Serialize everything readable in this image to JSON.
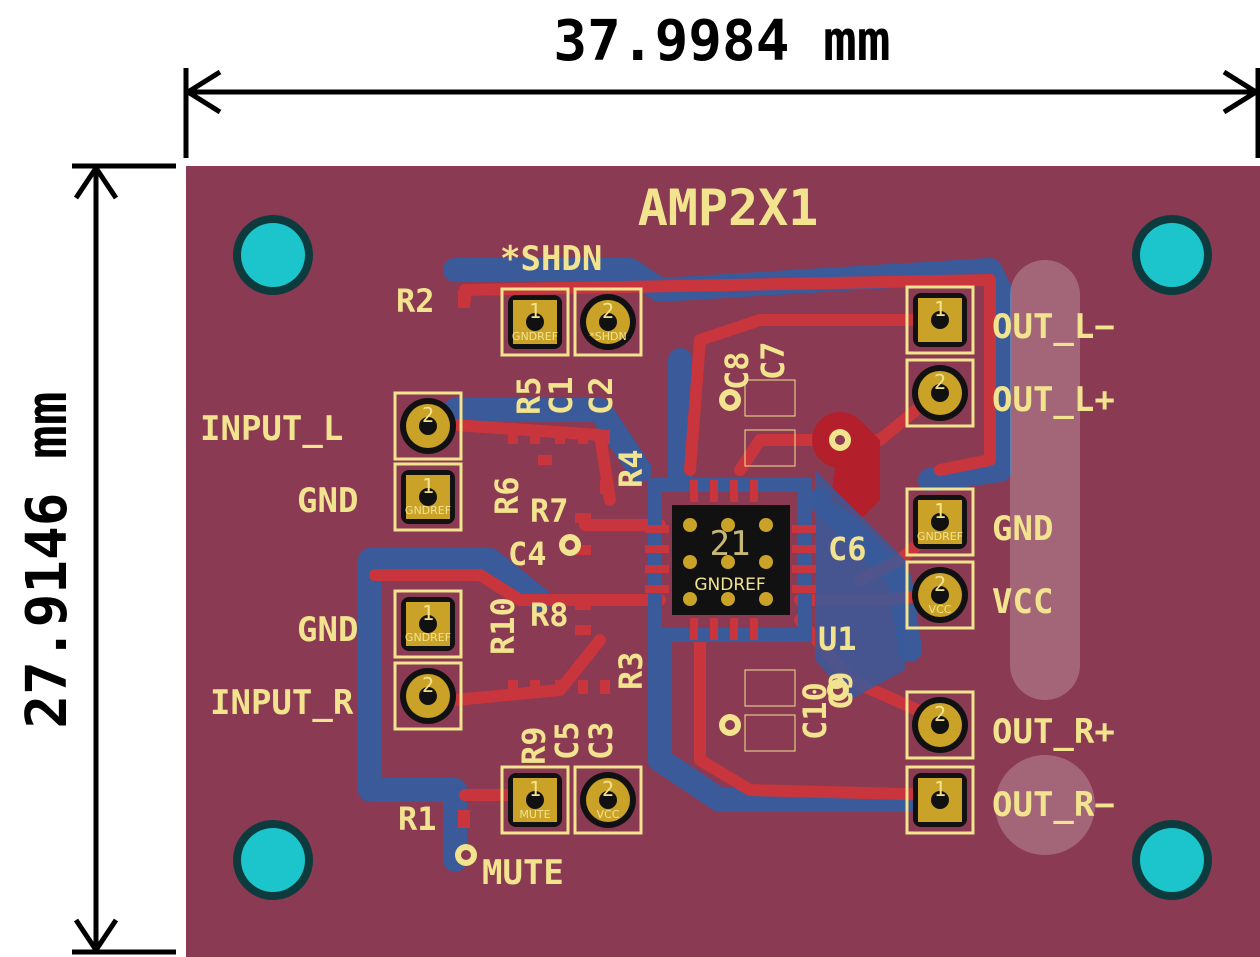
{
  "dimensions": {
    "width_label": "37.9984 mm",
    "height_label": "27.9146 mm"
  },
  "board": {
    "title": "AMP2X1",
    "colors": {
      "board": "#8a3a52",
      "copper": "#c8353c",
      "back_copper": "#3a5a9a",
      "silk": "#f2e38f",
      "pad_gold": "#c9a227",
      "mount_hole": "#1cc4cc"
    }
  },
  "designators": [
    "R2",
    "R5",
    "C1",
    "C2",
    "R6",
    "R4",
    "R7",
    "C4",
    "C8",
    "C7",
    "R10",
    "R8",
    "R3",
    "R9",
    "C5",
    "C3",
    "C6",
    "C9",
    "C10",
    "U1",
    "R1"
  ],
  "connector_labels": [
    "*SHDN",
    "INPUT_L",
    "GND",
    "GND",
    "INPUT_R",
    "MUTE",
    "OUT_L−",
    "OUT_L+",
    "GND",
    "VCC",
    "OUT_R+",
    "OUT_R−"
  ],
  "pad_labels": [
    "GNDREF",
    "*SHDN",
    "MUTE",
    "VCC",
    "GNDREF",
    "GNDREF",
    "GNDREF",
    "VCC"
  ],
  "ic": {
    "pin_number": "21",
    "pin_label": "GNDREF"
  },
  "pin_numbers": [
    "1",
    "2"
  ]
}
